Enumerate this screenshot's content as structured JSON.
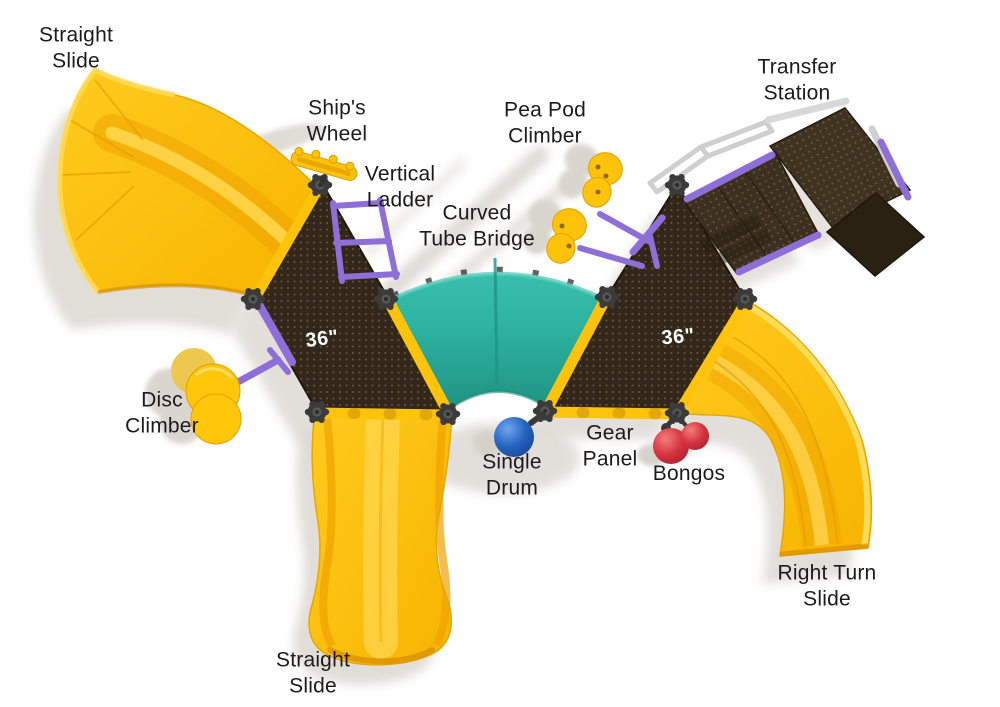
{
  "diagram": {
    "title": "Playground structure top view",
    "view": "overhead"
  },
  "labels": {
    "straight_slide_top": "Straight\nSlide",
    "ships_wheel": "Ship's\nWheel",
    "vertical_ladder": "Vertical\nLadder",
    "curved_tube_bridge": "Curved\nTube Bridge",
    "pea_pod_climber": "Pea Pod\nClimber",
    "transfer_station": "Transfer\nStation",
    "disc_climber": "Disc\nClimber",
    "single_drum": "Single\nDrum",
    "gear_panel": "Gear\nPanel",
    "bongos": "Bongos",
    "right_turn_slide": "Right Turn\nSlide",
    "straight_slide_bottom": "Straight\nSlide",
    "deck_left_size": "36\"",
    "deck_right_size": "36\""
  },
  "colors": {
    "slide_yellow": "#FFC30B",
    "slide_shade": "#F0A200",
    "deck_brown": "#32271A",
    "transfer_brown": "#3D3020",
    "dark_platform": "#2A2113",
    "rail_purple": "#8E6FD8",
    "tube_teal": "#2EB3A1",
    "drum_blue": "#2563C0",
    "bongo_red": "#D63440",
    "rail_gray": "#D0CFCD",
    "shadow_gray": "#DCD8D1",
    "label_text": "#1B1B1B",
    "deck_text": "#FFFFFF"
  }
}
